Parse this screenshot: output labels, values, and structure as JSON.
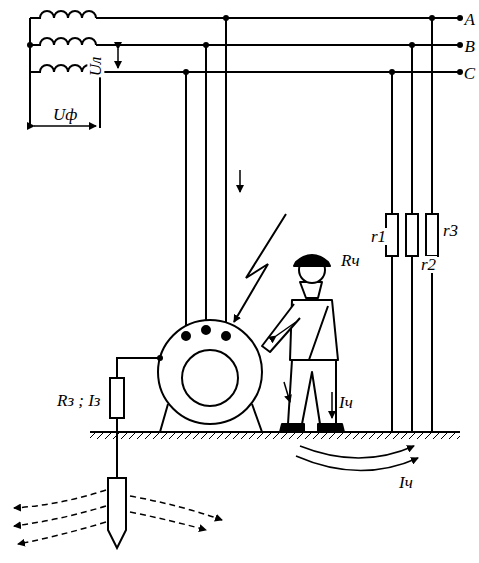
{
  "diagram": {
    "labels": [
      "A",
      "B",
      "C",
      "Uл",
      "Uф",
      "r1",
      "r2",
      "r3",
      "Rч",
      "Rз ; Iз",
      "Iч",
      "Iч"
    ]
  }
}
